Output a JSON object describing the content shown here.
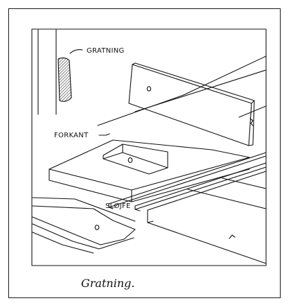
{
  "figure": {
    "labels": {
      "gratning": "GRATNING",
      "forkant": "FORKANT",
      "slojfe": "SLØJFE"
    }
  },
  "caption": "Gratning.",
  "colors": {
    "ink": "#111111",
    "paper": "#ffffff",
    "hatch": "#333333"
  }
}
